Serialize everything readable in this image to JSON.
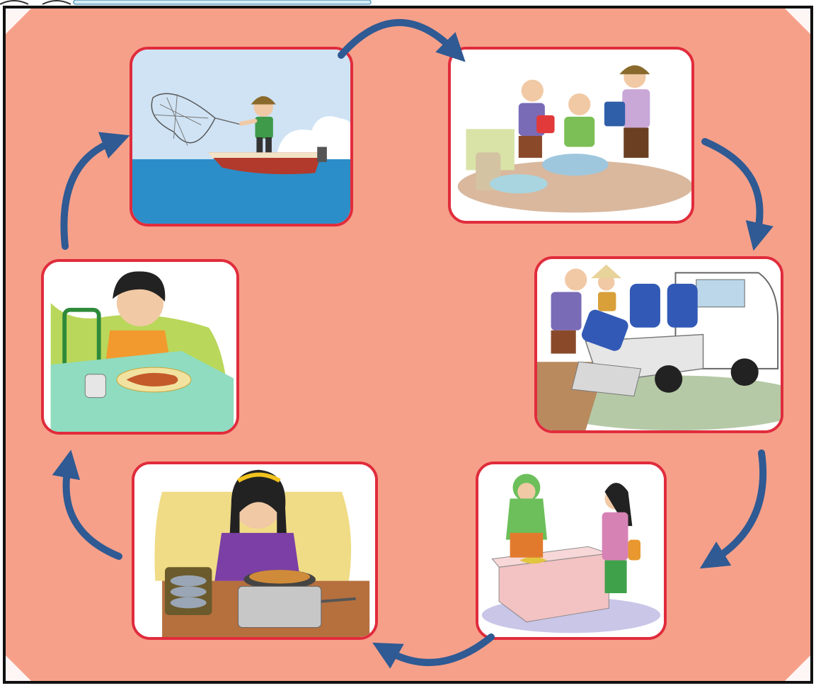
{
  "colors": {
    "background": "#f6a08a",
    "card_border": "#e02c3c",
    "arrow": "#2f5a93",
    "frame": "#111111"
  },
  "diagram": {
    "type": "cycle",
    "steps": [
      {
        "id": "fishing",
        "icon": "fisherman-casting-net-icon"
      },
      {
        "id": "sorting",
        "icon": "people-sorting-fish-icon"
      },
      {
        "id": "transport",
        "icon": "loading-truck-icon"
      },
      {
        "id": "market",
        "icon": "fish-market-stall-icon"
      },
      {
        "id": "cooking",
        "icon": "girl-frying-fish-icon"
      },
      {
        "id": "eating",
        "icon": "boy-eating-fish-icon"
      }
    ]
  }
}
